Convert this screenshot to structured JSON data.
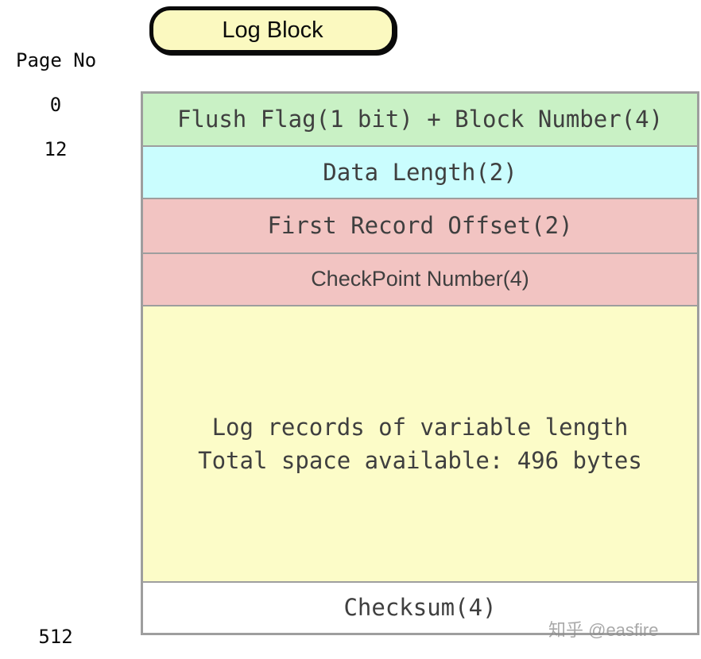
{
  "title": "Log Block",
  "axis": {
    "label": "Page No",
    "markers": [
      {
        "value": "0"
      },
      {
        "value": "12"
      },
      {
        "value": "512"
      }
    ]
  },
  "block": {
    "rows": [
      {
        "label": "Flush Flag(1 bit) + Block Number(4)",
        "color": "#c9f1c5"
      },
      {
        "label": "Data Length(2)",
        "color": "#cafdfe"
      },
      {
        "label": "First Record Offset(2)",
        "color": "#f2c4c2"
      },
      {
        "label": "CheckPoint Number(4)",
        "color": "#f2c4c2"
      },
      {
        "lines": [
          "Log records of variable length",
          "Total space available: 496 bytes"
        ],
        "color": "#fcfcc8"
      },
      {
        "label": "Checksum(4)",
        "color": "#ffffff"
      }
    ]
  },
  "colors": {
    "border_gray": "#9e9e9e",
    "badge_fill": "#fbf9c0",
    "badge_border": "#0a0a0a",
    "text": "#3f3f3f"
  },
  "watermark": "知乎 @easfire"
}
